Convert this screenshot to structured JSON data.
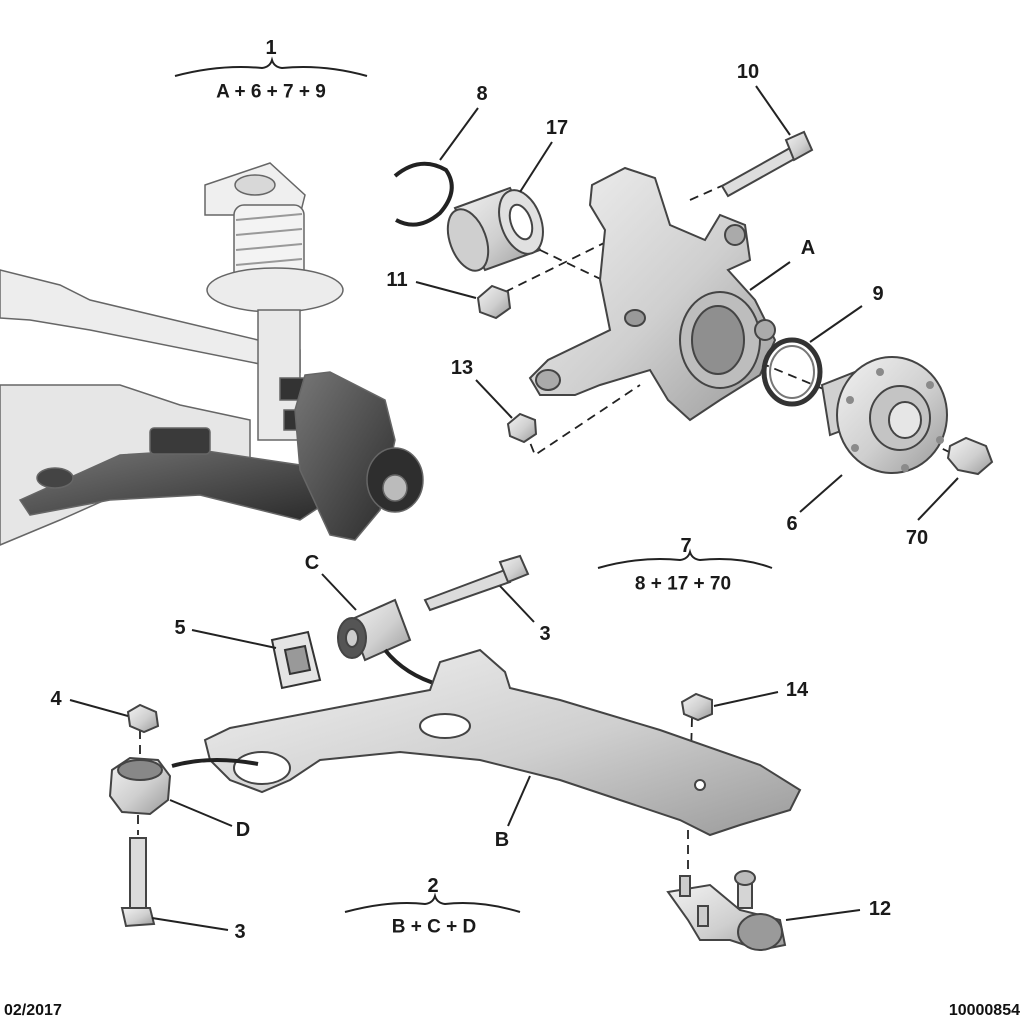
{
  "callouts": {
    "c1": "1",
    "c2": "2",
    "c3a": "3",
    "c3b": "3",
    "c4": "4",
    "c5": "5",
    "c6": "6",
    "c7": "7",
    "c8": "8",
    "c9": "9",
    "c10": "10",
    "c11": "11",
    "c12": "12",
    "c13": "13",
    "c14": "14",
    "c17": "17",
    "c70": "70",
    "cA": "A",
    "cB": "B",
    "cC": "C",
    "cD": "D"
  },
  "groups": {
    "g1": "A + 6 + 7 + 9",
    "g2": "B + C + D",
    "g7": "8 + 17 + 70"
  },
  "footer": {
    "date": "02/2017",
    "ref": "10000854"
  }
}
